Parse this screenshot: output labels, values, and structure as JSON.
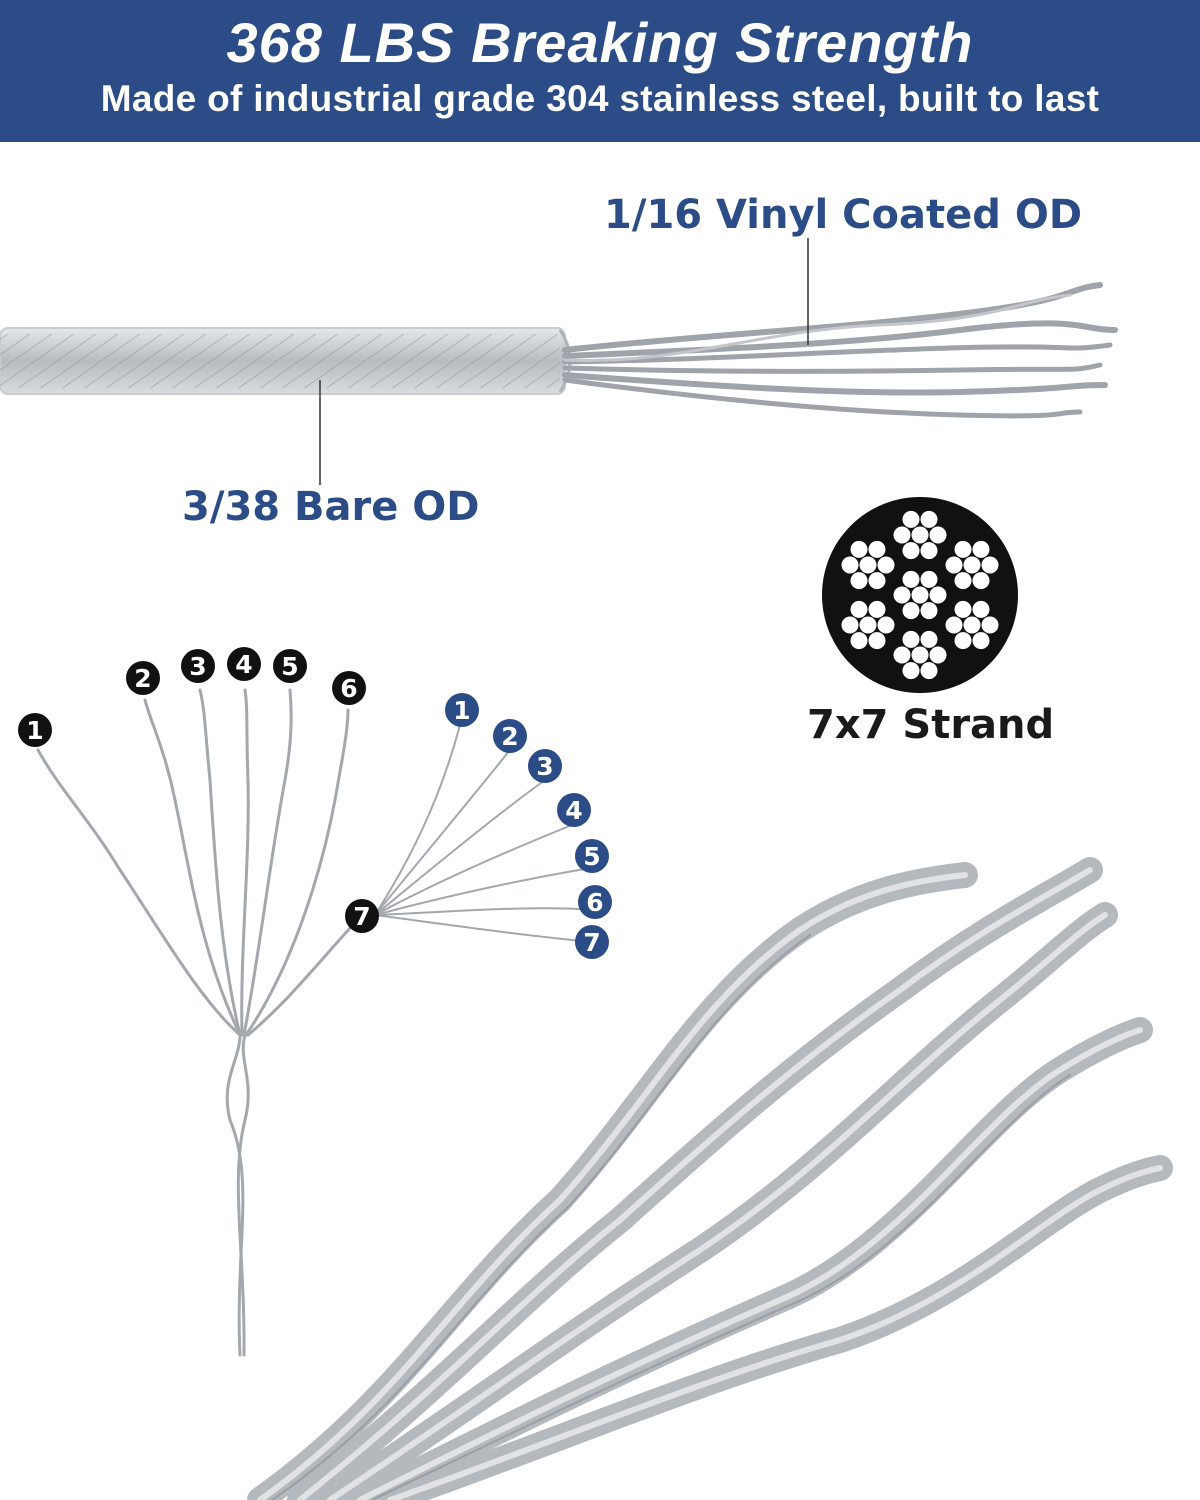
{
  "header": {
    "title": "368 LBS Breaking Strength",
    "subtitle": "Made of industrial grade 304 stainless steel,  built to last"
  },
  "callouts": {
    "coated": "1/16 Vinyl Coated OD",
    "bare": "3/38 Bare OD",
    "strand": "7x7 Strand"
  },
  "strand_numbers_black": [
    "1",
    "2",
    "3",
    "4",
    "5",
    "6",
    "7"
  ],
  "wire_numbers_blue": [
    "1",
    "2",
    "3",
    "4",
    "5",
    "6",
    "7"
  ],
  "colors": {
    "brand_blue": "#2b4c86",
    "black": "#111111",
    "wire": "#9aa0a6"
  }
}
